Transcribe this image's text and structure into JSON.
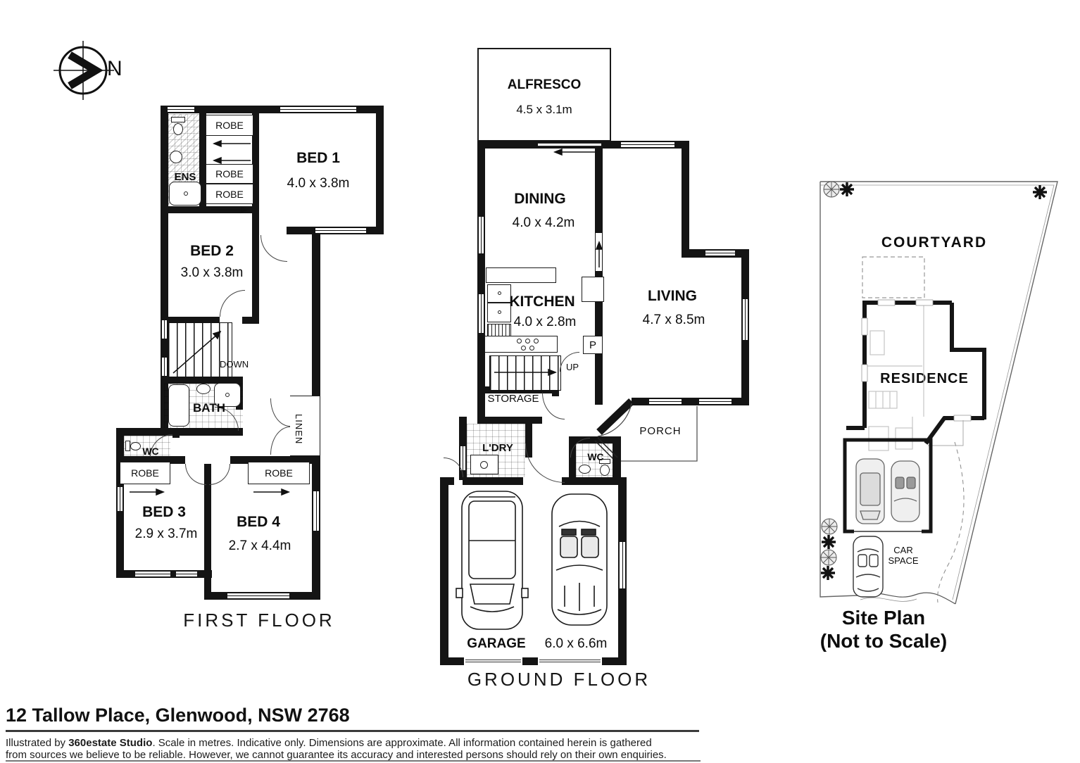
{
  "compass": {
    "north": "N"
  },
  "first_floor": {
    "title": "FIRST FLOOR",
    "robe": "ROBE",
    "ens": "ENS",
    "bath": "BATH",
    "wc": "WC",
    "linen": "LINEN",
    "down": "DOWN",
    "bed1": {
      "name": "BED 1",
      "dims": "4.0 x 3.8m"
    },
    "bed2": {
      "name": "BED 2",
      "dims": "3.0 x 3.8m"
    },
    "bed3": {
      "name": "BED 3",
      "dims": "2.9 x 3.7m"
    },
    "bed4": {
      "name": "BED 4",
      "dims": "2.7 x 4.4m"
    }
  },
  "ground_floor": {
    "title": "GROUND FLOOR",
    "up": "UP",
    "pantry": "P",
    "storage": "STORAGE",
    "laundry": "L'DRY",
    "wc": "WC",
    "porch": "PORCH",
    "alfresco": {
      "name": "ALFRESCO",
      "dims": "4.5 x 3.1m"
    },
    "dining": {
      "name": "DINING",
      "dims": "4.0 x 4.2m"
    },
    "kitchen": {
      "name": "KITCHEN",
      "dims": "4.0 x 2.8m"
    },
    "living": {
      "name": "LIVING",
      "dims": "4.7 x 8.5m"
    },
    "garage": {
      "name": "GARAGE",
      "dims": "6.0 x 6.6m"
    }
  },
  "site_plan": {
    "title": "Site Plan",
    "subtitle": "(Not to Scale)",
    "courtyard": "COURTYARD",
    "residence": "RESIDENCE",
    "car_space": {
      "line1": "CAR",
      "line2": "SPACE"
    }
  },
  "footer": {
    "address": "12 Tallow Place, Glenwood, NSW 2768",
    "illustrated_by": "Illustrated by ",
    "studio": "360estate Studio",
    "disclaimer_rest": ". Scale in metres. Indicative only. Dimensions are approximate. All information contained herein is gathered",
    "disclaimer_line2": "from sources we believe to be reliable. However, we cannot guarantee its accuracy and interested persons should rely on their own enquiries."
  },
  "colors": {
    "wall": "#141414",
    "grey": "#888888"
  }
}
